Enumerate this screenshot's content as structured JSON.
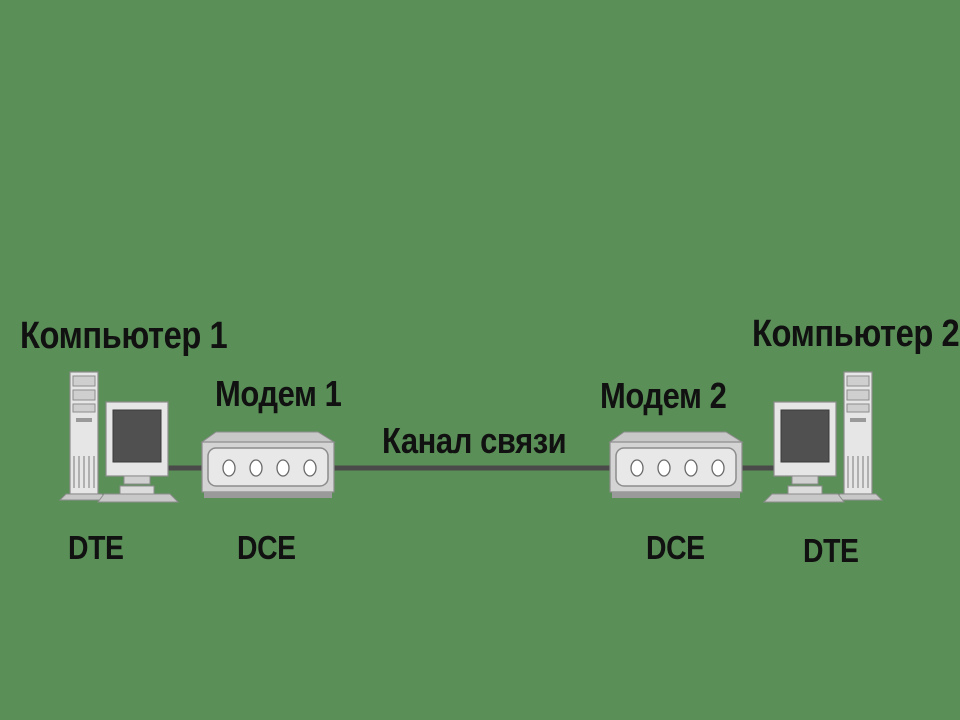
{
  "colors": {
    "background": "#5a8f57",
    "line": "#4a4a4a",
    "device_light": "#e6e6e6",
    "device_mid": "#c8c8c8",
    "device_dark": "#8c8c8c",
    "screen": "#505050",
    "text": "#111111"
  },
  "nodes": {
    "computer1": {
      "label": "Компьютер 1",
      "role": "DTE"
    },
    "modem1": {
      "label": "Модем 1",
      "role": "DCE"
    },
    "channel": {
      "label": "Канал связи"
    },
    "modem2": {
      "label": "Модем 2",
      "role": "DCE"
    },
    "computer2": {
      "label": "Компьютер 2",
      "role": "DTE"
    }
  },
  "icons": {
    "computer": "desktop-computer-icon",
    "modem": "modem-icon"
  }
}
